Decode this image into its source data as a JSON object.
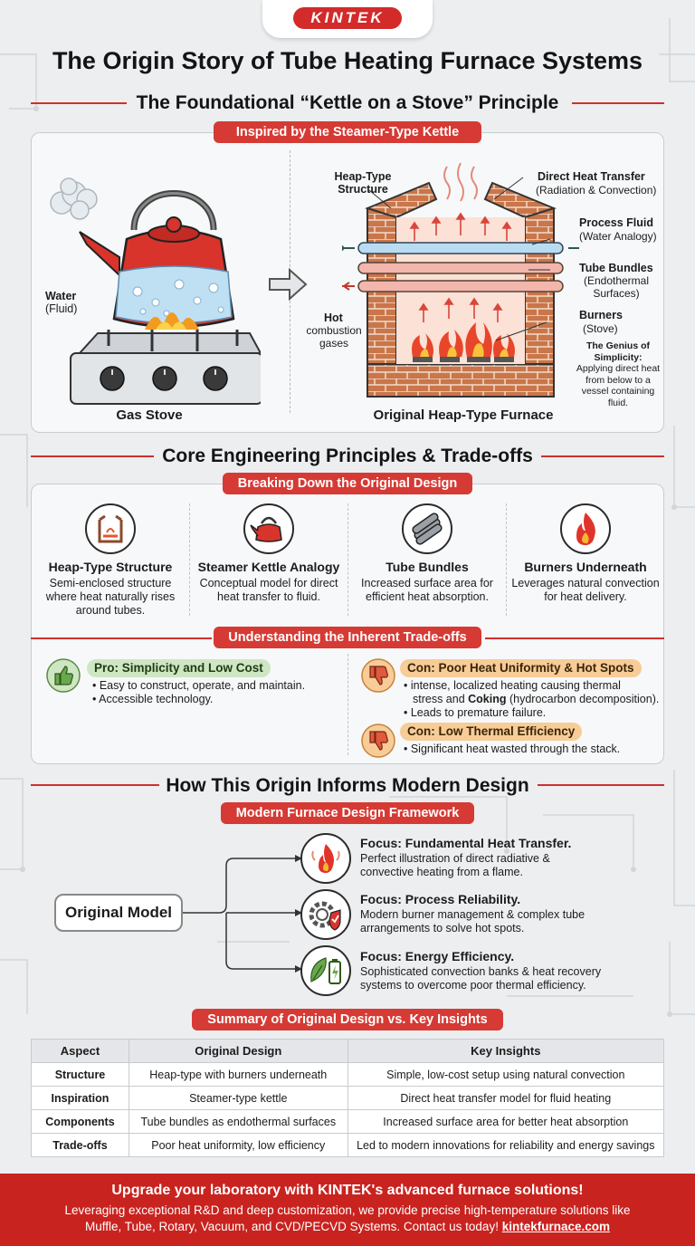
{
  "brand": {
    "logo": "KINTEK",
    "accent": "#d32a2a",
    "footer_bg": "#c9231f"
  },
  "title": "The Origin Story of Tube Heating Furnace Systems",
  "section1": {
    "title": "The Foundational “Kettle on a Stove” Principle",
    "pill": "Inspired by the Steamer-Type Kettle",
    "kettle": {
      "water_label": "Water",
      "water_sub": "(Fluid)",
      "caption": "Gas Stove"
    },
    "furnace": {
      "heap_label": "Heap-Type Structure",
      "direct_label": "Direct Heat Transfer",
      "direct_sub": "(Radiation & Convection)",
      "fluid_label": "Process Fluid",
      "fluid_sub": "(Water Analogy)",
      "tube_label": "Tube Bundles",
      "tube_sub": "(Endothermal Surfaces)",
      "burner_label": "Burners",
      "burner_sub": "(Stove)",
      "hot_label": "Hot",
      "hot_sub": "combustion gases",
      "genius_title": "The Genius of Simplicity:",
      "genius_text": "Applying direct heat from below to a vessel containing fluid.",
      "caption": "Original Heap-Type Furnace"
    }
  },
  "section2": {
    "title": "Core Engineering Principles & Trade-offs",
    "pill": "Breaking Down the Original Design",
    "cards": [
      {
        "icon": "heap-structure-icon",
        "title": "Heap-Type Structure",
        "desc": "Semi-enclosed structure where heat naturally rises around tubes."
      },
      {
        "icon": "kettle-icon",
        "title": "Steamer Kettle Analogy",
        "desc": "Conceptual model for direct heat transfer to fluid."
      },
      {
        "icon": "tube-bundle-icon",
        "title": "Tube Bundles",
        "desc": "Increased surface area for efficient heat absorption."
      },
      {
        "icon": "flame-icon",
        "title": "Burners Underneath",
        "desc": "Leverages natural convection for heat delivery."
      }
    ],
    "tradeoff_pill": "Understanding the Inherent Trade-offs",
    "pro": {
      "title": "Pro: Simplicity and Low Cost",
      "bullets": [
        "• Easy to construct, operate, and maintain.",
        "• Accessible technology."
      ]
    },
    "con1": {
      "title": "Con: Poor Heat Uniformity & Hot Spots",
      "line1": "• intense, localized heating causing thermal",
      "line2a": "stress and ",
      "line2b": "Coking",
      "line2c": " (hydrocarbon decomposition).",
      "line3": "• Leads to premature failure."
    },
    "con2": {
      "title": "Con: Low Thermal Efficiency",
      "bullet": "• Significant heat wasted through the stack."
    }
  },
  "section3": {
    "title": "How This Origin Informs Modern Design",
    "pill": "Modern Furnace Design Framework",
    "origin": "Original Model",
    "focus": [
      {
        "icon": "fire-heat-icon",
        "title": "Focus: Fundamental Heat Transfer.",
        "desc": [
          "Perfect illustration of direct radiative &",
          "convective heating from a flame."
        ]
      },
      {
        "icon": "gear-shield-icon",
        "title": "Focus: Process Reliability.",
        "desc": [
          "Modern burner management & complex tube",
          "arrangements to solve hot spots."
        ]
      },
      {
        "icon": "leaf-battery-icon",
        "title": "Focus: Energy Efficiency.",
        "desc": [
          "Sophisticated convection banks & heat recovery",
          "systems to overcome poor thermal efficiency."
        ]
      }
    ]
  },
  "summary": {
    "pill": "Summary of Original Design vs. Key Insights",
    "headers": [
      "Aspect",
      "Original Design",
      "Key Insights"
    ],
    "rows": [
      [
        "Structure",
        "Heap-type with burners underneath",
        "Simple, low-cost setup using natural convection"
      ],
      [
        "Inspiration",
        "Steamer-type kettle",
        "Direct heat transfer model for fluid heating"
      ],
      [
        "Components",
        "Tube bundles as endothermal surfaces",
        "Increased surface area for better heat absorption"
      ],
      [
        "Trade-offs",
        "Poor heat uniformity, low efficiency",
        "Led to modern innovations for reliability and energy savings"
      ]
    ]
  },
  "footer": {
    "title": "Upgrade your laboratory with KINTEK's advanced furnace solutions!",
    "line1": "Leveraging exceptional R&D and deep customization, we provide precise high-temperature solutions like",
    "line2": "Muffle, Tube, Rotary, Vacuum, and CVD/PECVD Systems. Contact us today! ",
    "link": "kintekfurnace.com"
  }
}
